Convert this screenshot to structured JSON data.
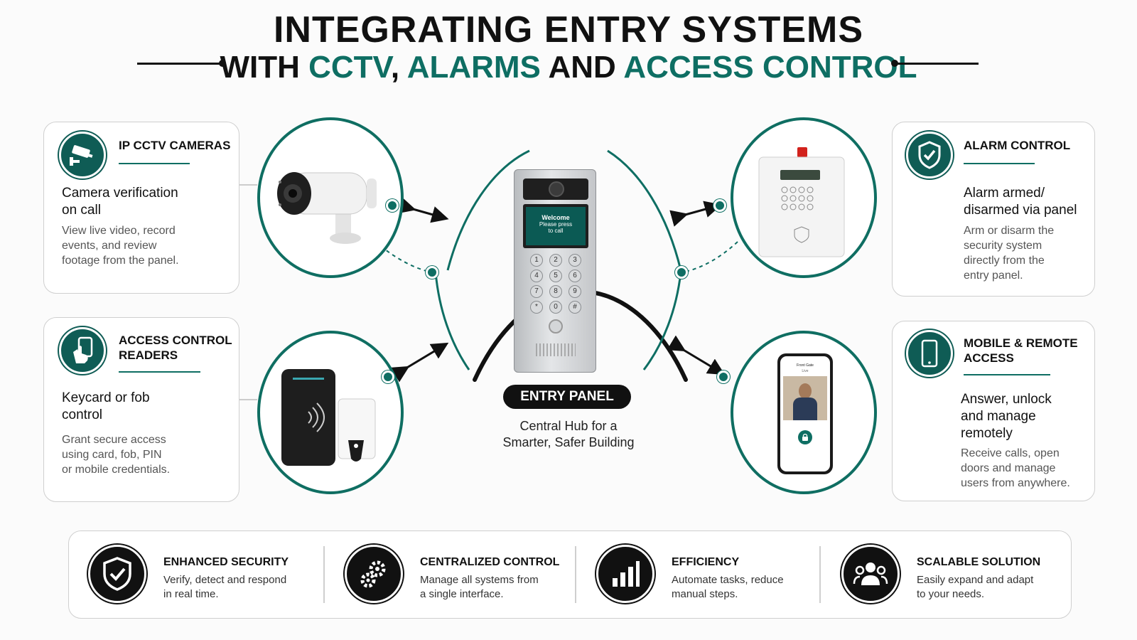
{
  "title": {
    "line1": "INTEGRATING ENTRY SYSTEMS",
    "line2_prefix": "WITH ",
    "line2_cctv": "CCTV",
    "line2_comma": ", ",
    "line2_alarms": "ALARMS",
    "line2_and": " AND ",
    "line2_access": "ACCESS CONTROL"
  },
  "cards": {
    "cctv": {
      "title": "IP CCTV CAMERAS",
      "subtitle_1": "Camera verification",
      "subtitle_2": "on call",
      "desc_1": "View live video, record",
      "desc_2": "events, and review",
      "desc_3": "footage from the panel.",
      "icon": "cctv-camera-icon"
    },
    "access": {
      "title_1": "ACCESS CONTROL",
      "title_2": "READERS",
      "subtitle_1": "Keycard or fob",
      "subtitle_2": "control",
      "desc_1": "Grant secure access",
      "desc_2": "using card, fob, PIN",
      "desc_3": "or mobile credentials.",
      "icon": "hand-tap-card-icon"
    },
    "alarm": {
      "title": "ALARM CONTROL",
      "subtitle_1": "Alarm armed/",
      "subtitle_2": "disarmed via panel",
      "desc_1": "Arm or disarm the",
      "desc_2": "security system",
      "desc_3": "directly from the",
      "desc_4": "entry panel.",
      "icon": "shield-check-icon"
    },
    "mobile": {
      "title_1": "MOBILE & REMOTE",
      "title_2": "ACCESS",
      "subtitle_1": "Answer, unlock",
      "subtitle_2": "and manage",
      "subtitle_3": "remotely",
      "desc_1": "Receive calls, open",
      "desc_2": "doors and manage",
      "desc_3": "users from anywhere.",
      "icon": "smartphone-icon"
    }
  },
  "entry_panel": {
    "label": "ENTRY PANEL",
    "sub_1": "Central Hub for a",
    "sub_2": "Smarter, Safer Building",
    "screen_1": "Welcome",
    "screen_2": "Please press",
    "screen_3": "to call",
    "keys": [
      "1",
      "2",
      "3",
      "4",
      "5",
      "6",
      "7",
      "8",
      "9",
      "*",
      "0",
      "#"
    ]
  },
  "phone": {
    "header": "Front Gate",
    "tab": "Live"
  },
  "benefits": [
    {
      "title": "ENHANCED SECURITY",
      "desc_1": "Verify, detect and respond",
      "desc_2": "in real time.",
      "icon": "shield-check-icon"
    },
    {
      "title": "CENTRALIZED CONTROL",
      "desc_1": "Manage all systems from",
      "desc_2": "a single interface.",
      "icon": "gears-icon"
    },
    {
      "title": "EFFICIENCY",
      "desc_1": "Automate tasks, reduce",
      "desc_2": "manual steps.",
      "icon": "bar-chart-icon"
    },
    {
      "title": "SCALABLE SOLUTION",
      "desc_1": "Easily expand and adapt",
      "desc_2": "to your needs.",
      "icon": "users-group-icon"
    }
  ],
  "colors": {
    "accent_teal": "#0e6e63",
    "dark": "#111111",
    "card_border": "#cfcfcf"
  }
}
